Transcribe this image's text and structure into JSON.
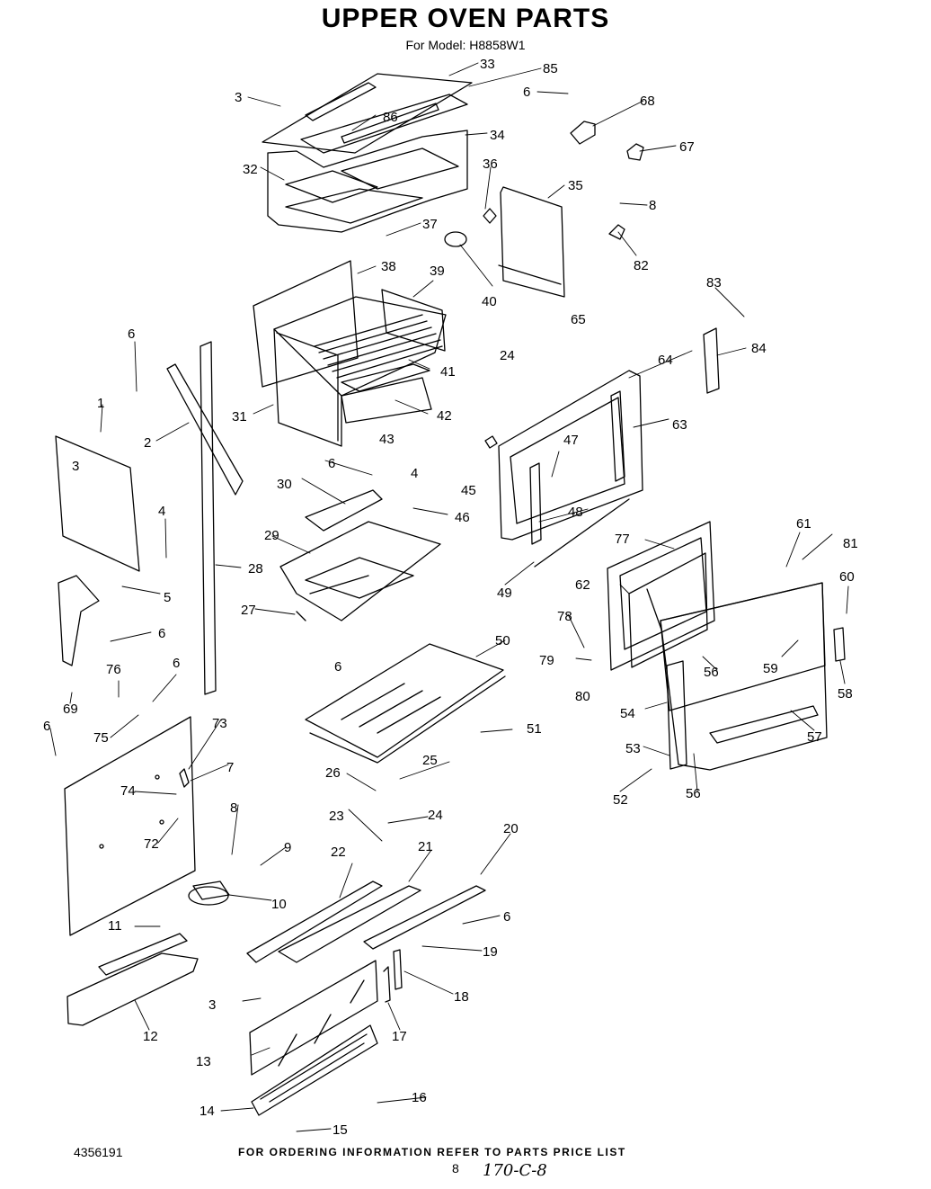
{
  "title": "UPPER OVEN PARTS",
  "model": "For Model: H8858W1",
  "footer": {
    "left": "4356191",
    "center": "FOR ORDERING INFORMATION REFER TO PARTS PRICE LIST",
    "page": "8",
    "code": "170-C-8"
  },
  "callouts": [
    "1",
    "2",
    "3",
    "3",
    "3",
    "4",
    "4",
    "5",
    "6",
    "6",
    "6",
    "6",
    "6",
    "6",
    "6",
    "6",
    "6",
    "7",
    "8",
    "8",
    "9",
    "10",
    "11",
    "12",
    "13",
    "14",
    "15",
    "16",
    "17",
    "18",
    "19",
    "20",
    "21",
    "22",
    "23",
    "24",
    "24",
    "25",
    "26",
    "27",
    "28",
    "29",
    "30",
    "31",
    "32",
    "33",
    "34",
    "35",
    "36",
    "37",
    "38",
    "39",
    "40",
    "41",
    "42",
    "43",
    "45",
    "46",
    "47",
    "48",
    "49",
    "50",
    "51",
    "52",
    "53",
    "54",
    "56",
    "56",
    "57",
    "58",
    "59",
    "60",
    "61",
    "62",
    "63",
    "64",
    "65",
    "67",
    "68",
    "69",
    "72",
    "73",
    "74",
    "75",
    "76",
    "77",
    "78",
    "79",
    "80",
    "81",
    "82",
    "83",
    "84",
    "85",
    "86"
  ]
}
